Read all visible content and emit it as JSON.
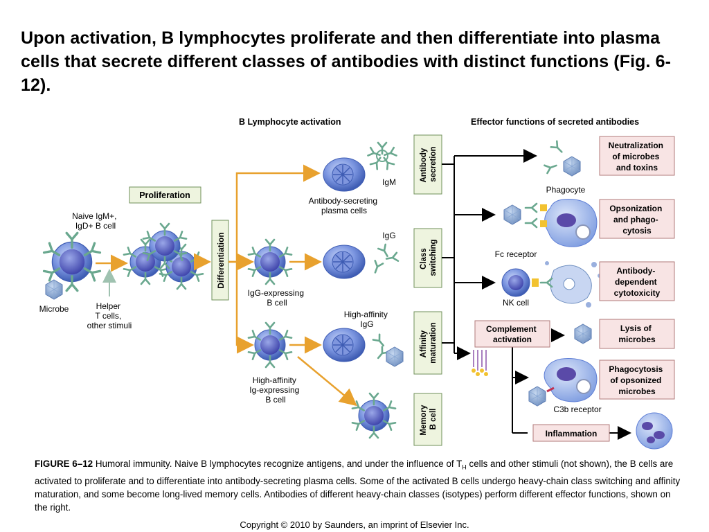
{
  "slide": {
    "title": "Upon activation, B lymphocytes proliferate and then differentiate into plasma cells that secrete different classes of antibodies with distinct functions (Fig. 6-12)."
  },
  "figure": {
    "header_left": "B Lymphocyte activation",
    "header_right": "Effector functions of secreted antibodies",
    "proliferation": "Proliferation",
    "differentiation": "Differentiation",
    "naive_label": [
      "Naive IgM+,",
      "IgD+ B cell"
    ],
    "microbe": "Microbe",
    "helper": [
      "Helper",
      "T cells,",
      "other stimuli"
    ],
    "igm": "IgM",
    "plasma_label": [
      "Antibody-secreting",
      "plasma cells"
    ],
    "igg": "IgG",
    "igg_cell": [
      "IgG-expressing",
      "B cell"
    ],
    "high_aff_igg": [
      "High-affinity",
      "IgG"
    ],
    "high_aff_cell": [
      "High-affinity",
      "Ig-expressing",
      "B cell"
    ],
    "stage_boxes": [
      [
        "Antibody",
        "secretion"
      ],
      [
        "Class",
        "switching"
      ],
      [
        "Affinity",
        "maturation"
      ],
      [
        "Memory",
        "B cell"
      ]
    ],
    "phagocyte": "Phagocyte",
    "fc_receptor": "Fc receptor",
    "nk_cell": "NK cell",
    "c3b_receptor": "C3b receptor",
    "complement": [
      "Complement",
      "activation"
    ],
    "inflammation": "Inflammation",
    "effects": [
      [
        "Neutralization",
        "of microbes",
        "and toxins"
      ],
      [
        "Opsonization",
        "and phago-",
        "cytosis"
      ],
      [
        "Antibody-",
        "dependent",
        "cytotoxicity"
      ],
      [
        "Lysis of",
        "microbes"
      ],
      [
        "Phagocytosis",
        "of opsonized",
        "microbes"
      ]
    ]
  },
  "caption": {
    "lead": "FIGURE 6–12",
    "part1": " Humoral immunity. Naive B lymphocytes recognize antigens, and under the influence of T",
    "sub": "H",
    "part2": " cells and other stimuli (not shown), the B cells are activated to proliferate and to differentiate into antibody-secreting plasma cells. Some of the activated B cells undergo heavy-chain class switching and affinity maturation, and some become long-lived memory cells. Antibodies of different heavy-chain classes (isotypes) perform different effector functions, shown on the right."
  },
  "copyright": "Copyright © 2010 by Saunders, an imprint of Elsevier Inc.",
  "colors": {
    "orange_arrow": "#e8a12e",
    "box_green_fill": "#eef4df",
    "box_green_border": "#6f8f5a",
    "box_pink_fill": "#f8e4e4",
    "box_pink_border": "#b07a7a",
    "cell_blue": "#5f7fd6",
    "antibody_green": "#6aa88f"
  }
}
